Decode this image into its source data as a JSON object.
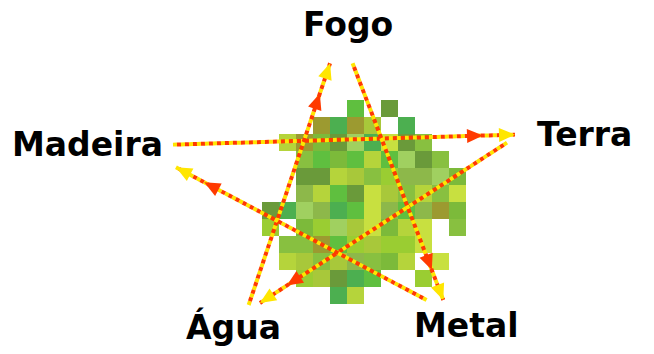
{
  "diagram": {
    "nodes": [
      {
        "text": [
          "Fogo"
        ]
      },
      {
        "text": [
          "Madeira"
        ]
      },
      {
        "text": [
          "Terra"
        ]
      },
      {
        "text": [
          "Água"
        ]
      },
      {
        "text": [
          "Metal"
        ]
      }
    ],
    "edges": [
      {
        "from": 1,
        "to": 2,
        "arrow": "to"
      },
      {
        "from": 2,
        "to": 3,
        "arrow": "to"
      },
      {
        "from": 3,
        "to": 0,
        "arrow": "to"
      },
      {
        "from": 0,
        "to": 4,
        "arrow": "to"
      },
      {
        "from": 4,
        "to": 1,
        "arrow": "to"
      }
    ]
  }
}
